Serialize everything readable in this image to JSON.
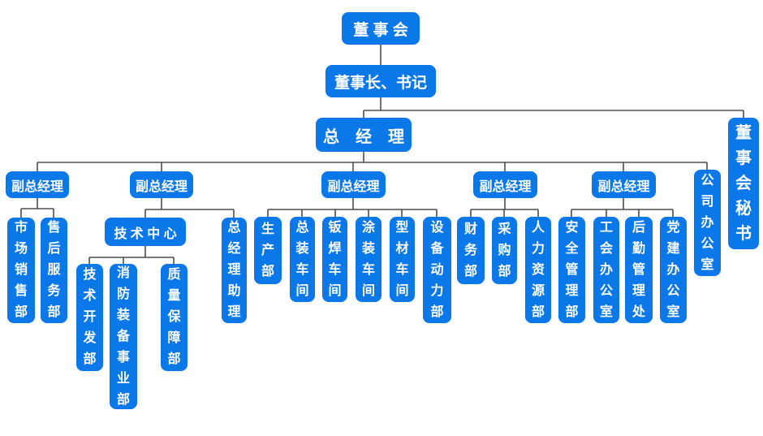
{
  "colors": {
    "node_fill": "#0a78e8",
    "node_text": "#ffffff",
    "connector_line": "#4d4d4d",
    "background": "#ffffff"
  },
  "nodes": {
    "board": {
      "label": "董 事 会"
    },
    "chairman_secretary": {
      "label": "董事长、书记"
    },
    "general_manager": {
      "label": "总　经　理"
    },
    "board_secretary": {
      "label": "董事会秘书"
    },
    "deputy_gm_1": {
      "label": "副总经理"
    },
    "deputy_gm_2": {
      "label": "副总经理"
    },
    "deputy_gm_3": {
      "label": "副总经理"
    },
    "deputy_gm_4": {
      "label": "副总经理"
    },
    "deputy_gm_5": {
      "label": "副总经理"
    },
    "company_office": {
      "label": "公司办公室"
    },
    "marketing_sales": {
      "label": "市场销售部"
    },
    "after_sales": {
      "label": "售后服务部"
    },
    "tech_center": {
      "label": "技 术 中 心"
    },
    "gm_assistant": {
      "label": "总经理助理"
    },
    "tech_dev": {
      "label": "技术开发部"
    },
    "fire_equipment": {
      "label": "消防装备事业部"
    },
    "quality_assurance": {
      "label": "质量保障部"
    },
    "production": {
      "label": "生产部"
    },
    "final_assembly": {
      "label": "总装车间"
    },
    "sheet_welding": {
      "label": "钣焊车间"
    },
    "painting": {
      "label": "涂装车间"
    },
    "profile_workshop": {
      "label": "型材车间"
    },
    "equipment_power": {
      "label": "设备动力部"
    },
    "finance": {
      "label": "财务部"
    },
    "procurement": {
      "label": "采购部"
    },
    "hr": {
      "label": "人力资源部"
    },
    "safety": {
      "label": "安全管理部"
    },
    "labor_union": {
      "label": "工会办公室"
    },
    "logistics": {
      "label": "后勤管理处"
    },
    "party_building": {
      "label": "党建办公室"
    }
  },
  "edges": [
    [
      "board",
      "chairman_secretary"
    ],
    [
      "chairman_secretary",
      "general_manager"
    ],
    [
      "chairman_secretary",
      "board_secretary"
    ],
    [
      "general_manager",
      "deputy_gm_1"
    ],
    [
      "general_manager",
      "deputy_gm_2"
    ],
    [
      "general_manager",
      "deputy_gm_3"
    ],
    [
      "general_manager",
      "deputy_gm_4"
    ],
    [
      "general_manager",
      "deputy_gm_5"
    ],
    [
      "general_manager",
      "company_office"
    ],
    [
      "deputy_gm_1",
      "marketing_sales"
    ],
    [
      "deputy_gm_1",
      "after_sales"
    ],
    [
      "deputy_gm_2",
      "tech_center"
    ],
    [
      "deputy_gm_2",
      "gm_assistant"
    ],
    [
      "tech_center",
      "tech_dev"
    ],
    [
      "tech_center",
      "fire_equipment"
    ],
    [
      "tech_center",
      "quality_assurance"
    ],
    [
      "deputy_gm_3",
      "production"
    ],
    [
      "deputy_gm_3",
      "final_assembly"
    ],
    [
      "deputy_gm_3",
      "sheet_welding"
    ],
    [
      "deputy_gm_3",
      "painting"
    ],
    [
      "deputy_gm_3",
      "profile_workshop"
    ],
    [
      "deputy_gm_3",
      "equipment_power"
    ],
    [
      "deputy_gm_4",
      "finance"
    ],
    [
      "deputy_gm_4",
      "procurement"
    ],
    [
      "deputy_gm_4",
      "hr"
    ],
    [
      "deputy_gm_5",
      "safety"
    ],
    [
      "deputy_gm_5",
      "labor_union"
    ],
    [
      "deputy_gm_5",
      "logistics"
    ],
    [
      "deputy_gm_5",
      "party_building"
    ]
  ]
}
